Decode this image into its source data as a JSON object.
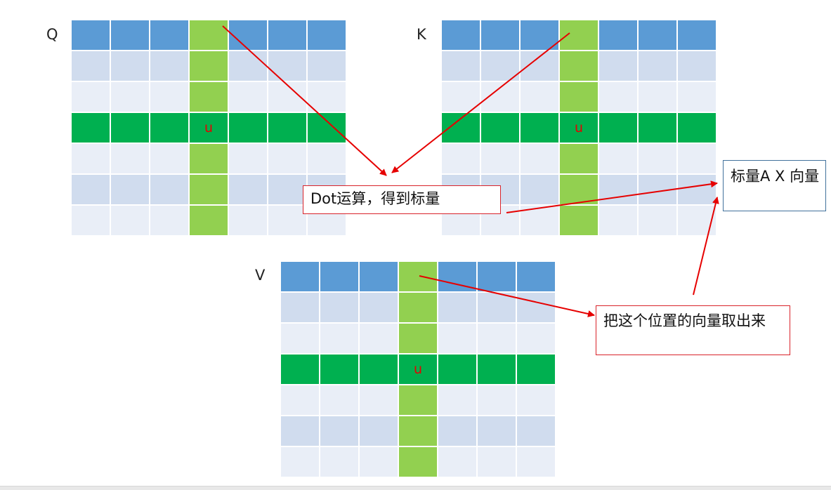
{
  "matrices": {
    "q": {
      "label": "Q",
      "highlight_label": "u"
    },
    "k": {
      "label": "K",
      "highlight_label": "u"
    },
    "v": {
      "label": "V",
      "highlight_label": "u"
    }
  },
  "boxes": {
    "dot": "Dot运算，得到标量",
    "scalar_times_vector": "标量A X 向量",
    "take_vector": "把这个位置的向量取出来"
  },
  "colors": {
    "header_blue": "#5b9bd5",
    "light_row_a": "#d0dcee",
    "light_row_b": "#e9eef7",
    "row_green": "#00b050",
    "column_green": "#92d050",
    "arrow_red": "#e60000",
    "highlight_text_red": "#e60000"
  }
}
